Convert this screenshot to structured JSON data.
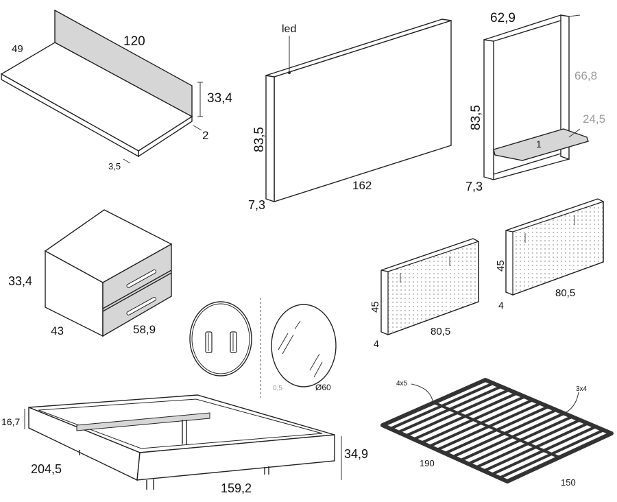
{
  "desk": {
    "depth": "49",
    "width": "120",
    "height": "33,4",
    "panel": "2",
    "thickness": "3,5"
  },
  "headboard": {
    "label": "led",
    "height": "83,5",
    "width": "162",
    "depth": "7,3"
  },
  "shelf": {
    "width": "62,9",
    "height": "83,5",
    "inner_height": "66,8",
    "shelf_depth": "24,5",
    "shelf_thick": "1",
    "depth": "7,3"
  },
  "nightstand": {
    "height": "33,4",
    "depth": "43",
    "width": "58,9"
  },
  "mirror": {
    "frame": "0,5",
    "diameter": "Ø60"
  },
  "panel_left": {
    "height": "45",
    "depth": "4",
    "width": "80,5"
  },
  "panel_right": {
    "height": "45",
    "depth": "4",
    "width": "80,5"
  },
  "bed": {
    "leg_height": "16,7",
    "length": "204,5",
    "width": "159,2",
    "height": "34,9"
  },
  "slats": {
    "profile_a": "4x5",
    "profile_b": "3x4",
    "length": "190",
    "width": "150"
  }
}
